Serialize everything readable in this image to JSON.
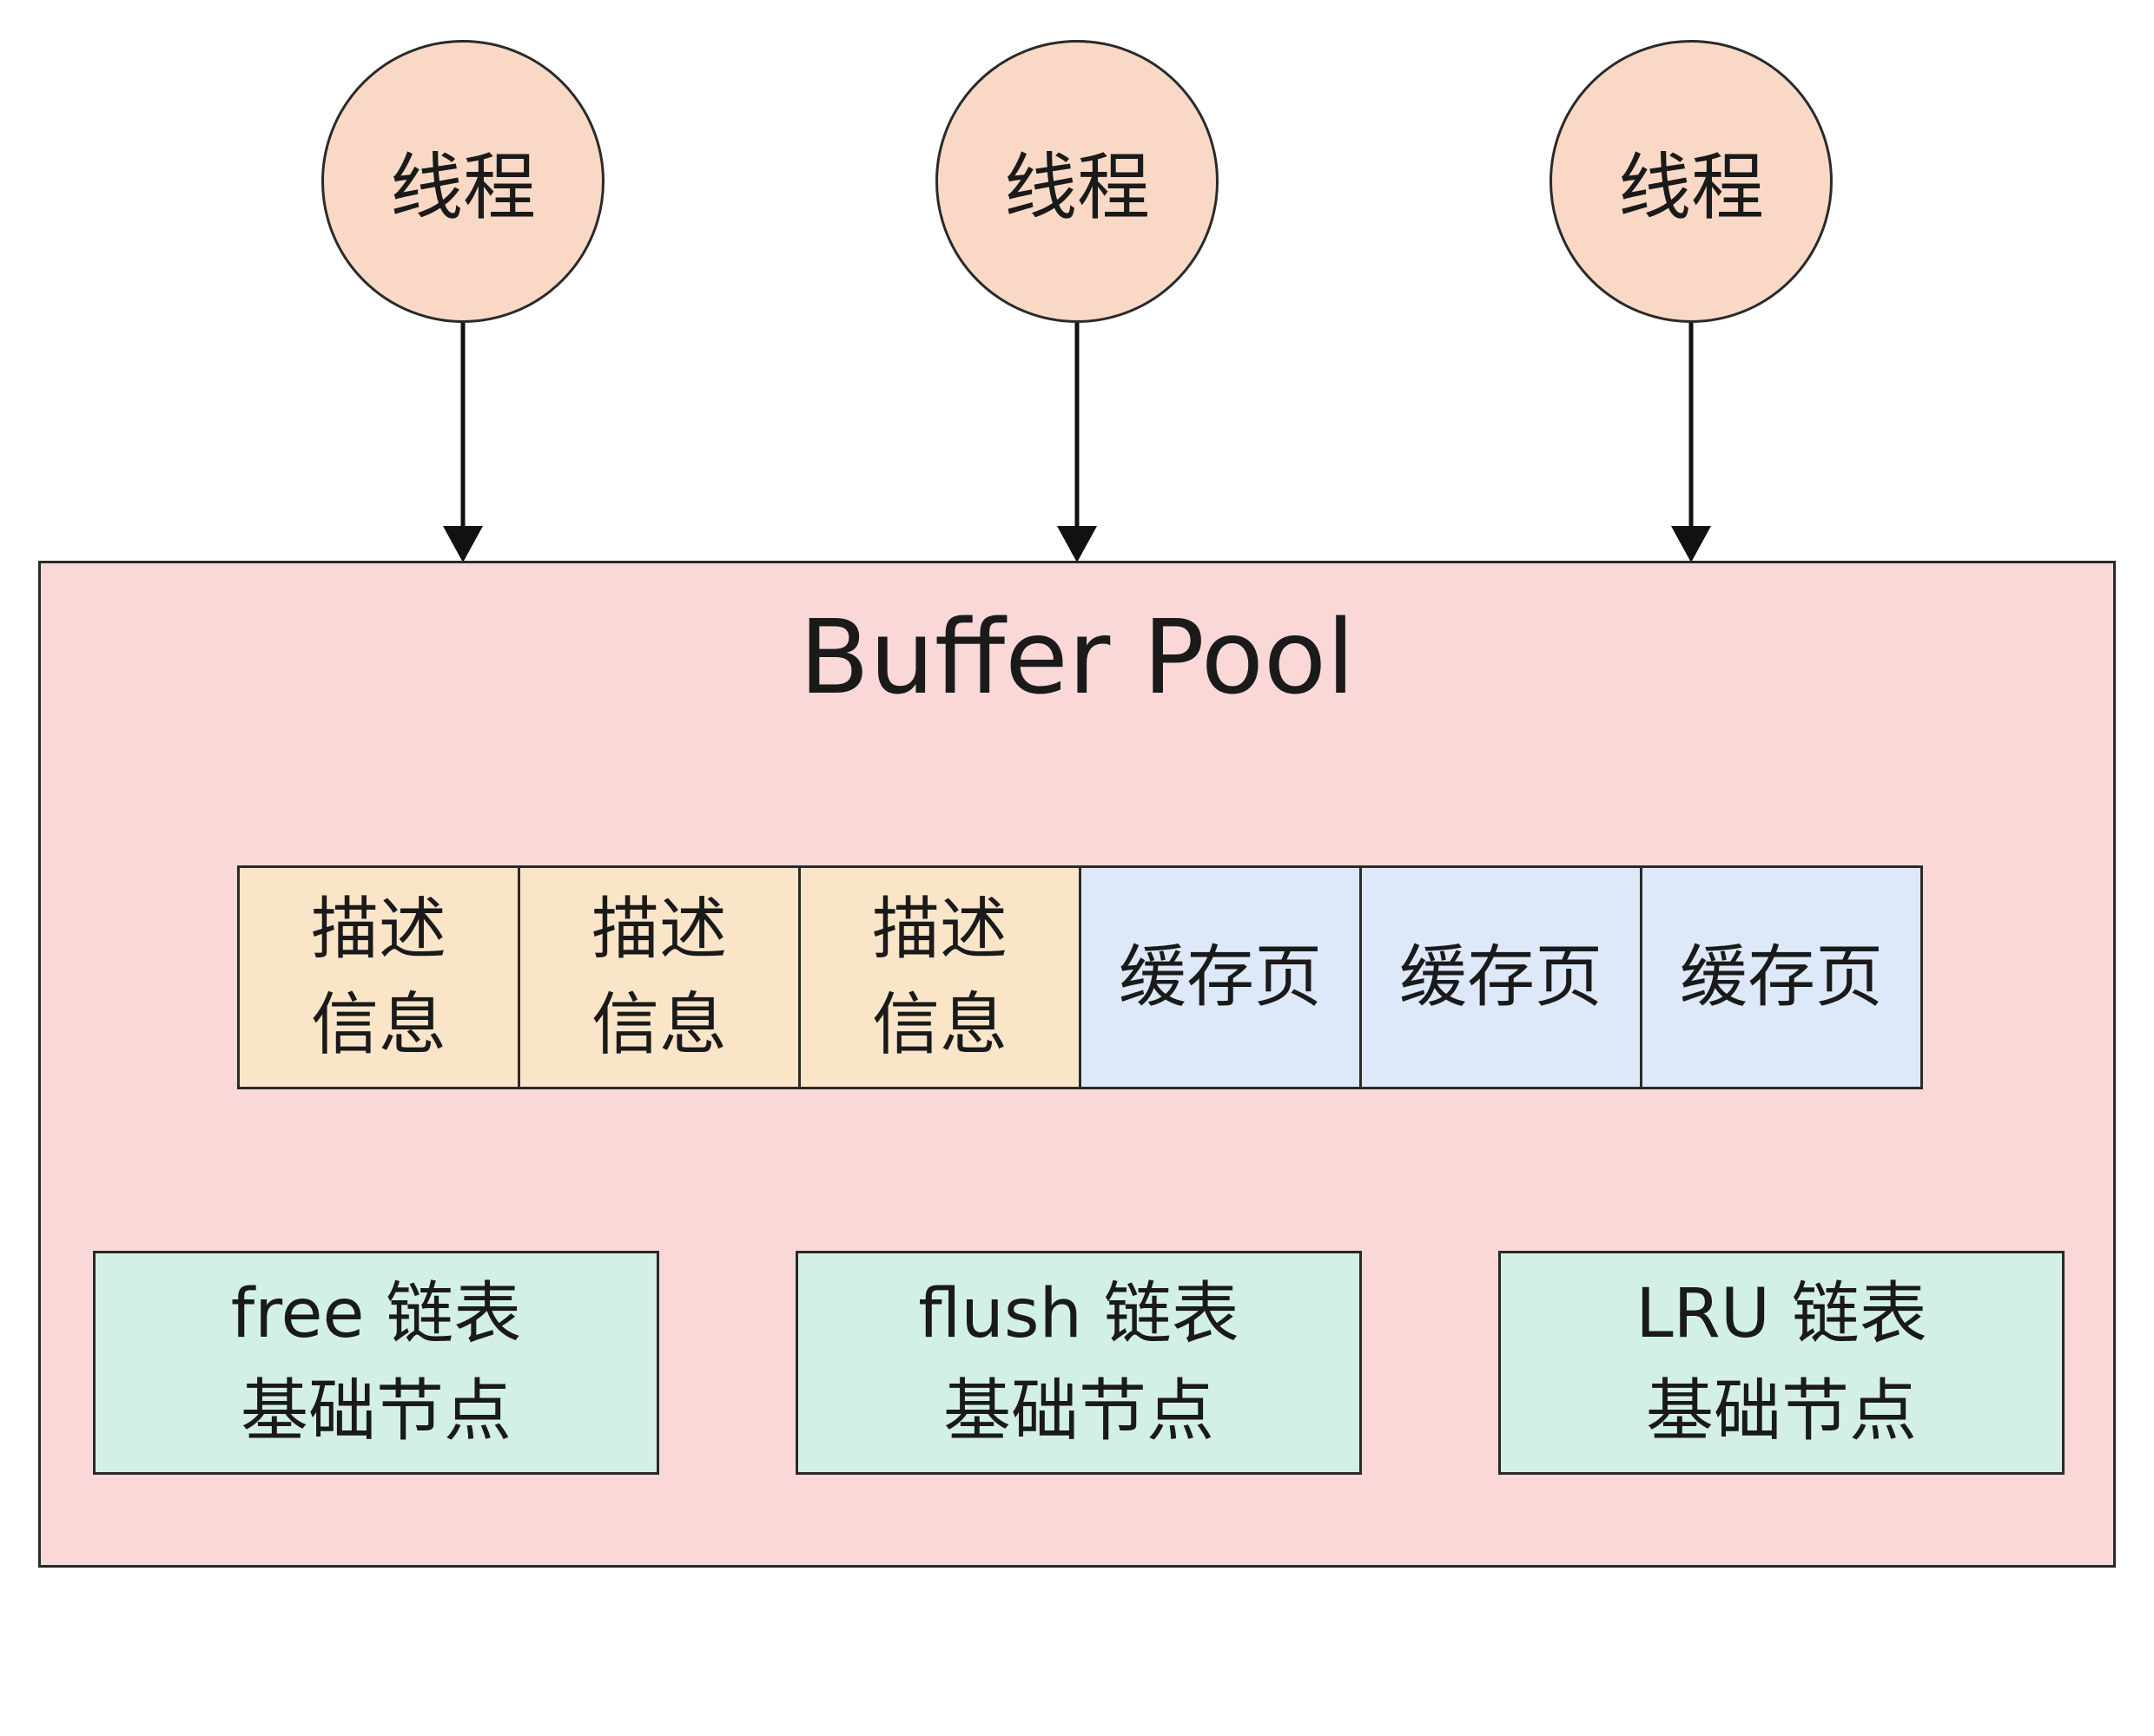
{
  "threads": [
    {
      "label": "线程"
    },
    {
      "label": "线程"
    },
    {
      "label": "线程"
    }
  ],
  "buffer_pool": {
    "title": "Buffer Pool",
    "cells": [
      {
        "type": "desc",
        "line1": "描述",
        "line2": "信息"
      },
      {
        "type": "desc",
        "line1": "描述",
        "line2": "信息"
      },
      {
        "type": "desc",
        "line1": "描述",
        "line2": "信息"
      },
      {
        "type": "page",
        "line1": "缓存页",
        "line2": ""
      },
      {
        "type": "page",
        "line1": "缓存页",
        "line2": ""
      },
      {
        "type": "page",
        "line1": "缓存页",
        "line2": ""
      }
    ],
    "lists": [
      {
        "line1": "free 链表",
        "line2": "基础节点"
      },
      {
        "line1": "flush 链表",
        "line2": "基础节点"
      },
      {
        "line1": "LRU 链表",
        "line2": "基础节点"
      }
    ]
  },
  "colors": {
    "thread_fill": "#f9d9c6",
    "pool_fill": "#f9d8d7",
    "desc_fill": "#fbe5c9",
    "page_fill": "#dde8f8",
    "list_fill": "#d3f0e7",
    "stroke": "#2a2a2a"
  }
}
